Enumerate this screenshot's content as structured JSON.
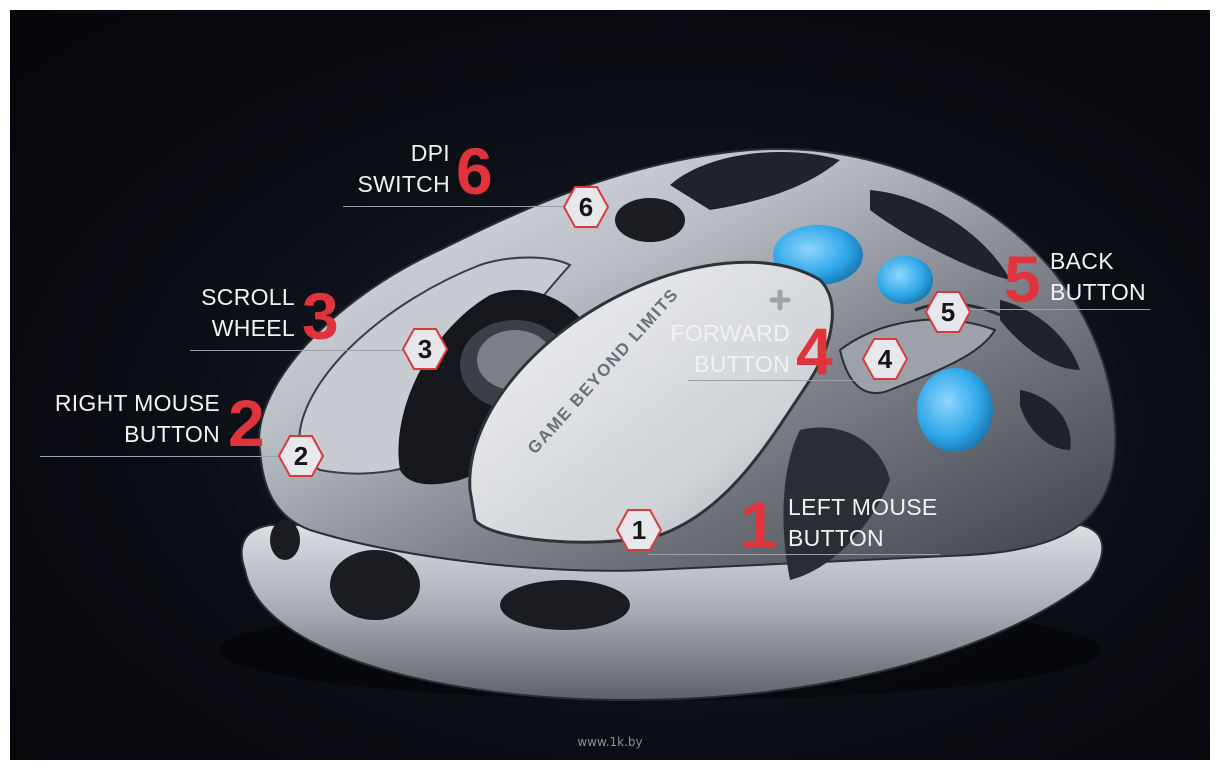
{
  "callouts": [
    {
      "number": "1",
      "label_line1": "LEFT MOUSE",
      "label_line2": "BUTTON"
    },
    {
      "number": "2",
      "label_line1": "RIGHT MOUSE",
      "label_line2": "BUTTON"
    },
    {
      "number": "3",
      "label_line1": "SCROLL",
      "label_line2": "WHEEL"
    },
    {
      "number": "4",
      "label_line1": "FORWARD",
      "label_line2": "BUTTON"
    },
    {
      "number": "5",
      "label_line1": "BACK",
      "label_line2": "BUTTON"
    },
    {
      "number": "6",
      "label_line1": "DPI",
      "label_line2": "SWITCH"
    }
  ],
  "product": {
    "engraving": "GAME BEYOND LIMITS",
    "accent_color": "#e0343c",
    "highlight_color": "#2fa8e8"
  },
  "watermark": "www.1k.by"
}
